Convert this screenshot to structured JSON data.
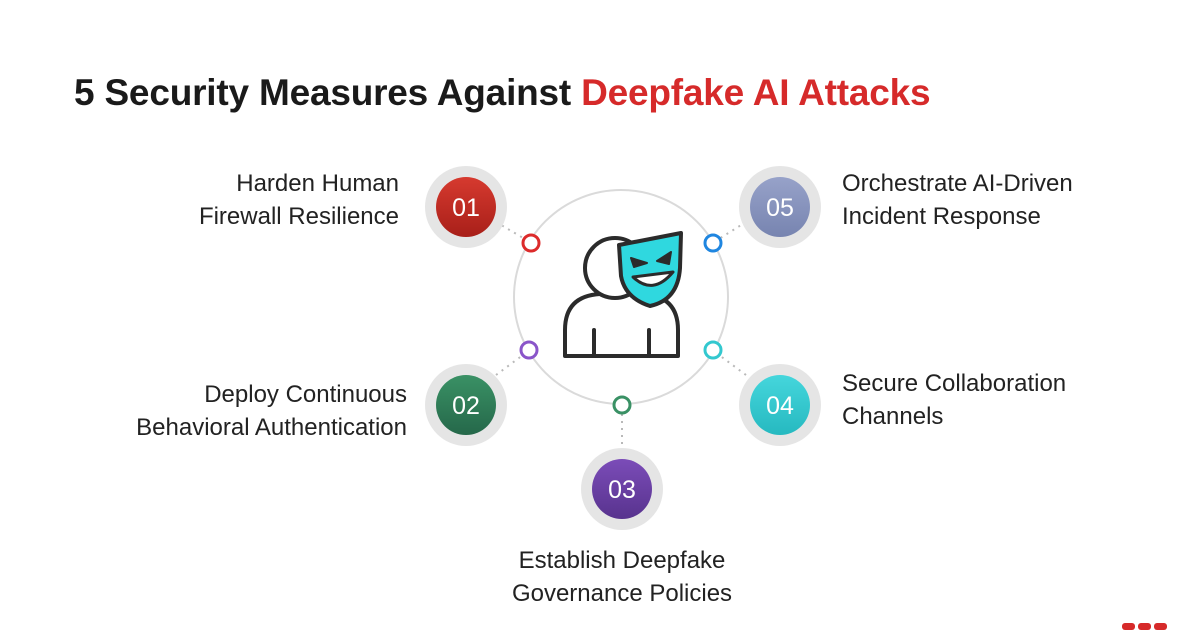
{
  "title": {
    "prefix": "5 Security Measures Against ",
    "highlight": "Deepfake AI Attacks"
  },
  "center_icon": "masked-person-icon",
  "colors": {
    "accent": "#d62a2a",
    "badge_01": "#c0271f",
    "badge_02": "#2f7d55",
    "badge_03": "#6a3fa3",
    "badge_04": "#33c8cf",
    "badge_05": "#8793bc",
    "mask": "#2fd8df"
  },
  "measures": [
    {
      "number": "01",
      "line1": "Harden Human",
      "line2": "Firewall Resilience"
    },
    {
      "number": "02",
      "line1": "Deploy Continuous",
      "line2": "Behavioral Authentication"
    },
    {
      "number": "03",
      "line1": "Establish Deepfake",
      "line2": "Governance Policies"
    },
    {
      "number": "04",
      "line1": "Secure Collaboration",
      "line2": "Channels"
    },
    {
      "number": "05",
      "line1": "Orchestrate AI-Driven",
      "line2": "Incident Response"
    }
  ]
}
